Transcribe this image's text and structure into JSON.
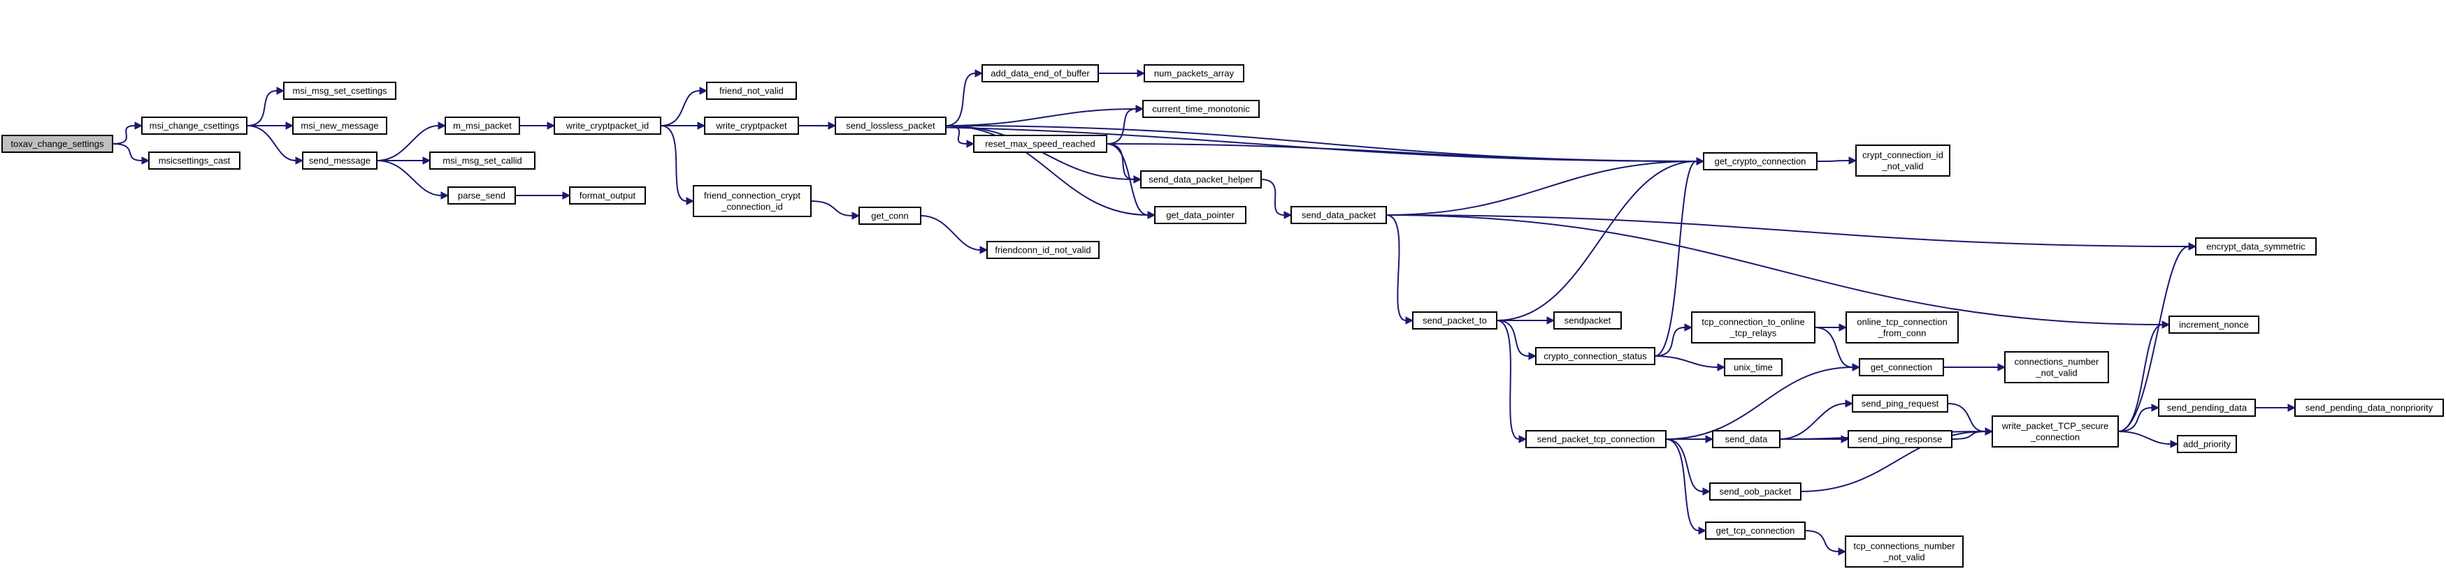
{
  "diagram": {
    "nodes": [
      {
        "id": "toxav_change_settings",
        "lines": [
          "toxav_change_settings"
        ],
        "root": true
      },
      {
        "id": "msi_change_csettings",
        "lines": [
          "msi_change_csettings"
        ]
      },
      {
        "id": "msicsettings_cast",
        "lines": [
          "msicsettings_cast"
        ]
      },
      {
        "id": "msi_msg_set_csettings",
        "lines": [
          "msi_msg_set_csettings"
        ]
      },
      {
        "id": "msi_new_message",
        "lines": [
          "msi_new_message"
        ]
      },
      {
        "id": "send_message",
        "lines": [
          "send_message"
        ]
      },
      {
        "id": "m_msi_packet",
        "lines": [
          "m_msi_packet"
        ]
      },
      {
        "id": "msi_msg_set_callid",
        "lines": [
          "msi_msg_set_callid"
        ]
      },
      {
        "id": "parse_send",
        "lines": [
          "parse_send"
        ]
      },
      {
        "id": "format_output",
        "lines": [
          "format_output"
        ]
      },
      {
        "id": "write_cryptpacket_id",
        "lines": [
          "write_cryptpacket_id"
        ]
      },
      {
        "id": "friend_not_valid",
        "lines": [
          "friend_not_valid"
        ]
      },
      {
        "id": "write_cryptpacket",
        "lines": [
          "write_cryptpacket"
        ]
      },
      {
        "id": "friend_connection_crypt_connection_id",
        "lines": [
          "friend_connection_crypt",
          "_connection_id"
        ]
      },
      {
        "id": "get_conn",
        "lines": [
          "get_conn"
        ]
      },
      {
        "id": "friendconn_id_not_valid",
        "lines": [
          "friendconn_id_not_valid"
        ]
      },
      {
        "id": "send_lossless_packet",
        "lines": [
          "send_lossless_packet"
        ]
      },
      {
        "id": "add_data_end_of_buffer",
        "lines": [
          "add_data_end_of_buffer"
        ]
      },
      {
        "id": "num_packets_array",
        "lines": [
          "num_packets_array"
        ]
      },
      {
        "id": "current_time_monotonic",
        "lines": [
          "current_time_monotonic"
        ]
      },
      {
        "id": "reset_max_speed_reached",
        "lines": [
          "reset_max_speed_reached"
        ]
      },
      {
        "id": "send_data_packet_helper",
        "lines": [
          "send_data_packet_helper"
        ]
      },
      {
        "id": "get_data_pointer",
        "lines": [
          "get_data_pointer"
        ]
      },
      {
        "id": "send_data_packet",
        "lines": [
          "send_data_packet"
        ]
      },
      {
        "id": "get_crypto_connection",
        "lines": [
          "get_crypto_connection"
        ]
      },
      {
        "id": "crypt_connection_id_not_valid",
        "lines": [
          "crypt_connection_id",
          "_not_valid"
        ]
      },
      {
        "id": "encrypt_data_symmetric",
        "lines": [
          "encrypt_data_symmetric"
        ]
      },
      {
        "id": "increment_nonce",
        "lines": [
          "increment_nonce"
        ]
      },
      {
        "id": "send_packet_to",
        "lines": [
          "send_packet_to"
        ]
      },
      {
        "id": "sendpacket",
        "lines": [
          "sendpacket"
        ]
      },
      {
        "id": "crypto_connection_status",
        "lines": [
          "crypto_connection_status"
        ]
      },
      {
        "id": "tcp_connection_to_online_tcp_relays",
        "lines": [
          "tcp_connection_to_online",
          "_tcp_relays"
        ]
      },
      {
        "id": "online_tcp_connection_from_conn",
        "lines": [
          "online_tcp_connection",
          "_from_conn"
        ]
      },
      {
        "id": "unix_time",
        "lines": [
          "unix_time"
        ]
      },
      {
        "id": "get_connection",
        "lines": [
          "get_connection"
        ]
      },
      {
        "id": "connections_number_not_valid",
        "lines": [
          "connections_number",
          "_not_valid"
        ]
      },
      {
        "id": "send_packet_tcp_connection",
        "lines": [
          "send_packet_tcp_connection"
        ]
      },
      {
        "id": "send_data",
        "lines": [
          "send_data"
        ]
      },
      {
        "id": "send_ping_request",
        "lines": [
          "send_ping_request"
        ]
      },
      {
        "id": "send_ping_response",
        "lines": [
          "send_ping_response"
        ]
      },
      {
        "id": "write_packet_TCP_secure_connection",
        "lines": [
          "write_packet_TCP_secure",
          "_connection"
        ]
      },
      {
        "id": "send_pending_data",
        "lines": [
          "send_pending_data"
        ]
      },
      {
        "id": "send_pending_data_nonpriority",
        "lines": [
          "send_pending_data_nonpriority"
        ]
      },
      {
        "id": "add_priority",
        "lines": [
          "add_priority"
        ]
      },
      {
        "id": "send_oob_packet",
        "lines": [
          "send_oob_packet"
        ]
      },
      {
        "id": "get_tcp_connection",
        "lines": [
          "get_tcp_connection"
        ]
      },
      {
        "id": "tcp_connections_number_not_valid",
        "lines": [
          "tcp_connections_number",
          "_not_valid"
        ]
      }
    ],
    "edges": [
      [
        "toxav_change_settings",
        "msi_change_csettings"
      ],
      [
        "toxav_change_settings",
        "msicsettings_cast"
      ],
      [
        "msi_change_csettings",
        "msi_msg_set_csettings"
      ],
      [
        "msi_change_csettings",
        "msi_new_message"
      ],
      [
        "msi_change_csettings",
        "send_message"
      ],
      [
        "send_message",
        "m_msi_packet"
      ],
      [
        "send_message",
        "msi_msg_set_callid"
      ],
      [
        "send_message",
        "parse_send"
      ],
      [
        "parse_send",
        "format_output"
      ],
      [
        "m_msi_packet",
        "write_cryptpacket_id"
      ],
      [
        "write_cryptpacket_id",
        "friend_not_valid"
      ],
      [
        "write_cryptpacket_id",
        "write_cryptpacket"
      ],
      [
        "write_cryptpacket_id",
        "friend_connection_crypt_connection_id"
      ],
      [
        "friend_connection_crypt_connection_id",
        "get_conn"
      ],
      [
        "get_conn",
        "friendconn_id_not_valid"
      ],
      [
        "write_cryptpacket",
        "send_lossless_packet"
      ],
      [
        "write_cryptpacket",
        "get_crypto_connection"
      ],
      [
        "send_lossless_packet",
        "add_data_end_of_buffer"
      ],
      [
        "send_lossless_packet",
        "current_time_monotonic"
      ],
      [
        "send_lossless_packet",
        "reset_max_speed_reached"
      ],
      [
        "send_lossless_packet",
        "send_data_packet_helper"
      ],
      [
        "send_lossless_packet",
        "get_data_pointer"
      ],
      [
        "send_lossless_packet",
        "get_crypto_connection"
      ],
      [
        "add_data_end_of_buffer",
        "num_packets_array"
      ],
      [
        "reset_max_speed_reached",
        "current_time_monotonic"
      ],
      [
        "reset_max_speed_reached",
        "send_data_packet_helper"
      ],
      [
        "reset_max_speed_reached",
        "get_data_pointer"
      ],
      [
        "reset_max_speed_reached",
        "get_crypto_connection"
      ],
      [
        "send_data_packet_helper",
        "send_data_packet"
      ],
      [
        "send_data_packet",
        "get_crypto_connection"
      ],
      [
        "send_data_packet",
        "encrypt_data_symmetric"
      ],
      [
        "send_data_packet",
        "increment_nonce"
      ],
      [
        "send_data_packet",
        "send_packet_to"
      ],
      [
        "get_crypto_connection",
        "crypt_connection_id_not_valid"
      ],
      [
        "send_packet_to",
        "get_crypto_connection"
      ],
      [
        "send_packet_to",
        "sendpacket"
      ],
      [
        "send_packet_to",
        "crypto_connection_status"
      ],
      [
        "send_packet_to",
        "send_packet_tcp_connection"
      ],
      [
        "crypto_connection_status",
        "get_crypto_connection"
      ],
      [
        "crypto_connection_status",
        "tcp_connection_to_online_tcp_relays"
      ],
      [
        "crypto_connection_status",
        "unix_time"
      ],
      [
        "tcp_connection_to_online_tcp_relays",
        "online_tcp_connection_from_conn"
      ],
      [
        "tcp_connection_to_online_tcp_relays",
        "get_connection"
      ],
      [
        "get_connection",
        "connections_number_not_valid"
      ],
      [
        "send_packet_tcp_connection",
        "get_connection"
      ],
      [
        "send_packet_tcp_connection",
        "send_data"
      ],
      [
        "send_packet_tcp_connection",
        "send_oob_packet"
      ],
      [
        "send_packet_tcp_connection",
        "get_tcp_connection"
      ],
      [
        "send_data",
        "send_ping_request"
      ],
      [
        "send_data",
        "send_ping_response"
      ],
      [
        "send_data",
        "write_packet_TCP_secure_connection"
      ],
      [
        "send_ping_request",
        "write_packet_TCP_secure_connection"
      ],
      [
        "send_ping_response",
        "write_packet_TCP_secure_connection"
      ],
      [
        "send_oob_packet",
        "write_packet_TCP_secure_connection"
      ],
      [
        "write_packet_TCP_secure_connection",
        "send_pending_data"
      ],
      [
        "write_packet_TCP_secure_connection",
        "add_priority"
      ],
      [
        "write_packet_TCP_secure_connection",
        "encrypt_data_symmetric"
      ],
      [
        "write_packet_TCP_secure_connection",
        "increment_nonce"
      ],
      [
        "send_pending_data",
        "send_pending_data_nonpriority"
      ],
      [
        "get_tcp_connection",
        "tcp_connections_number_not_valid"
      ]
    ],
    "colors": {
      "edge": "#191970",
      "node_border": "#000000",
      "node_fill": "#ffffff",
      "root_fill": "#bfbfbf",
      "text": "#000000"
    }
  }
}
